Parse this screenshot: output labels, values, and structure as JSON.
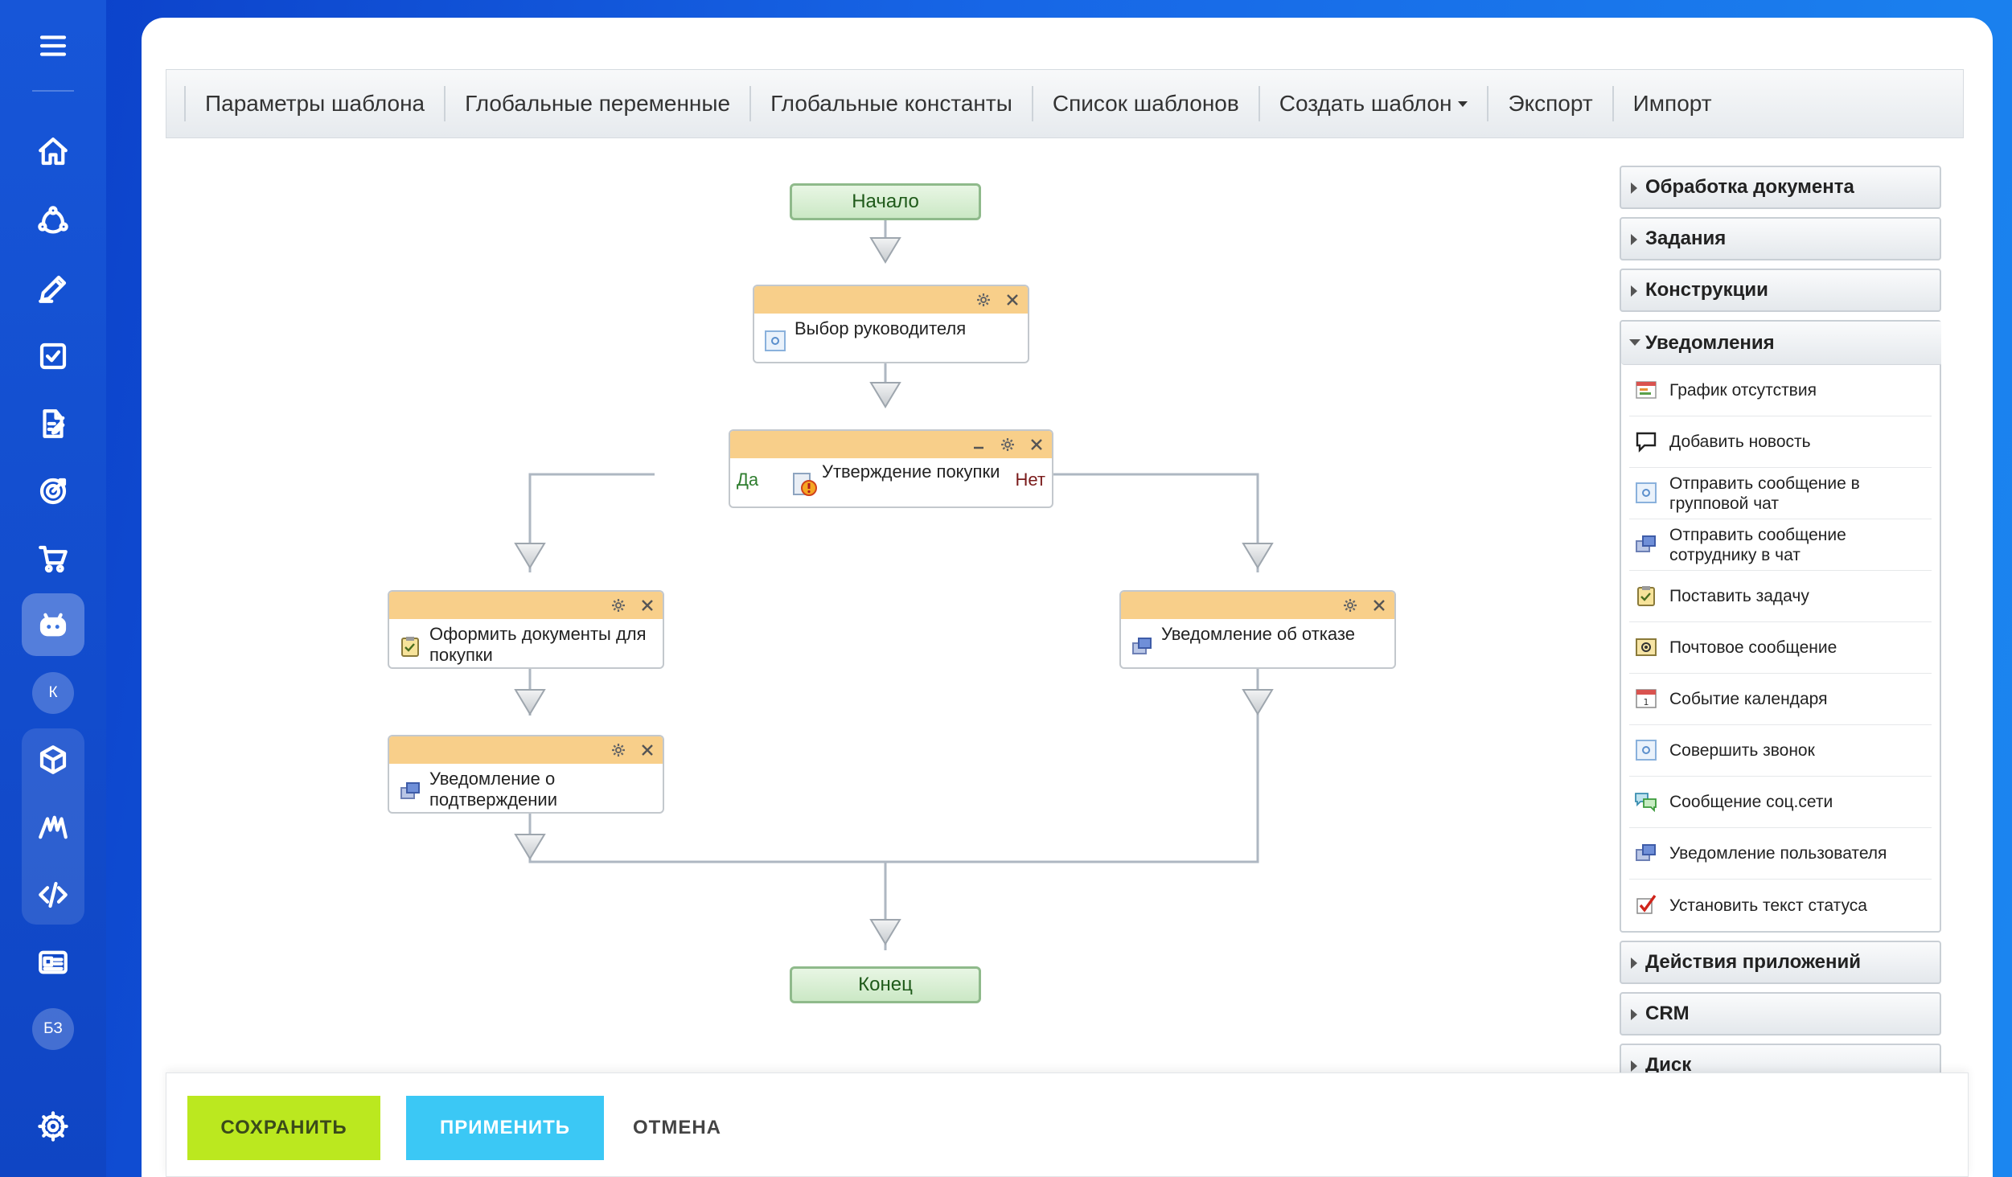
{
  "rail": {
    "badge_k": "К",
    "badge_bz": "БЗ"
  },
  "toolbar": {
    "items": [
      "Параметры шаблона",
      "Глобальные переменные",
      "Глобальные константы",
      "Список шаблонов",
      "Создать шаблон",
      "Экспорт",
      "Импорт"
    ]
  },
  "flow": {
    "start": "Начало",
    "end": "Конец",
    "select_manager": "Выбор руководителя",
    "approval": "Утверждение покупки",
    "yes": "Да",
    "no": "Нет",
    "prepare_docs": "Оформить документы для покупки",
    "confirm_notice": "Уведомление о подтверждении",
    "reject_notice": "Уведомление об отказе"
  },
  "palette": {
    "groups_top": [
      "Обработка документа",
      "Задания",
      "Конструкции"
    ],
    "open_group": "Уведомления",
    "items": [
      "График отсутствия",
      "Добавить новость",
      "Отправить сообщение в групповой чат",
      "Отправить сообщение сотруднику в чат",
      "Поставить задачу",
      "Почтовое сообщение",
      "Событие календаря",
      "Совершить звонок",
      "Сообщение соц.сети",
      "Уведомление пользователя",
      "Установить текст статуса"
    ],
    "groups_bottom": [
      "Действия приложений",
      "CRM",
      "Диск"
    ]
  },
  "footer": {
    "save": "СОХРАНИТЬ",
    "apply": "ПРИМЕНИТЬ",
    "cancel": "ОТМЕНА"
  },
  "colors": {
    "save_bg": "#bbe81f",
    "apply_bg": "#3bc8f5",
    "header_bar": "#f8cf8a",
    "terminal_bg": "#cbe8c5"
  }
}
